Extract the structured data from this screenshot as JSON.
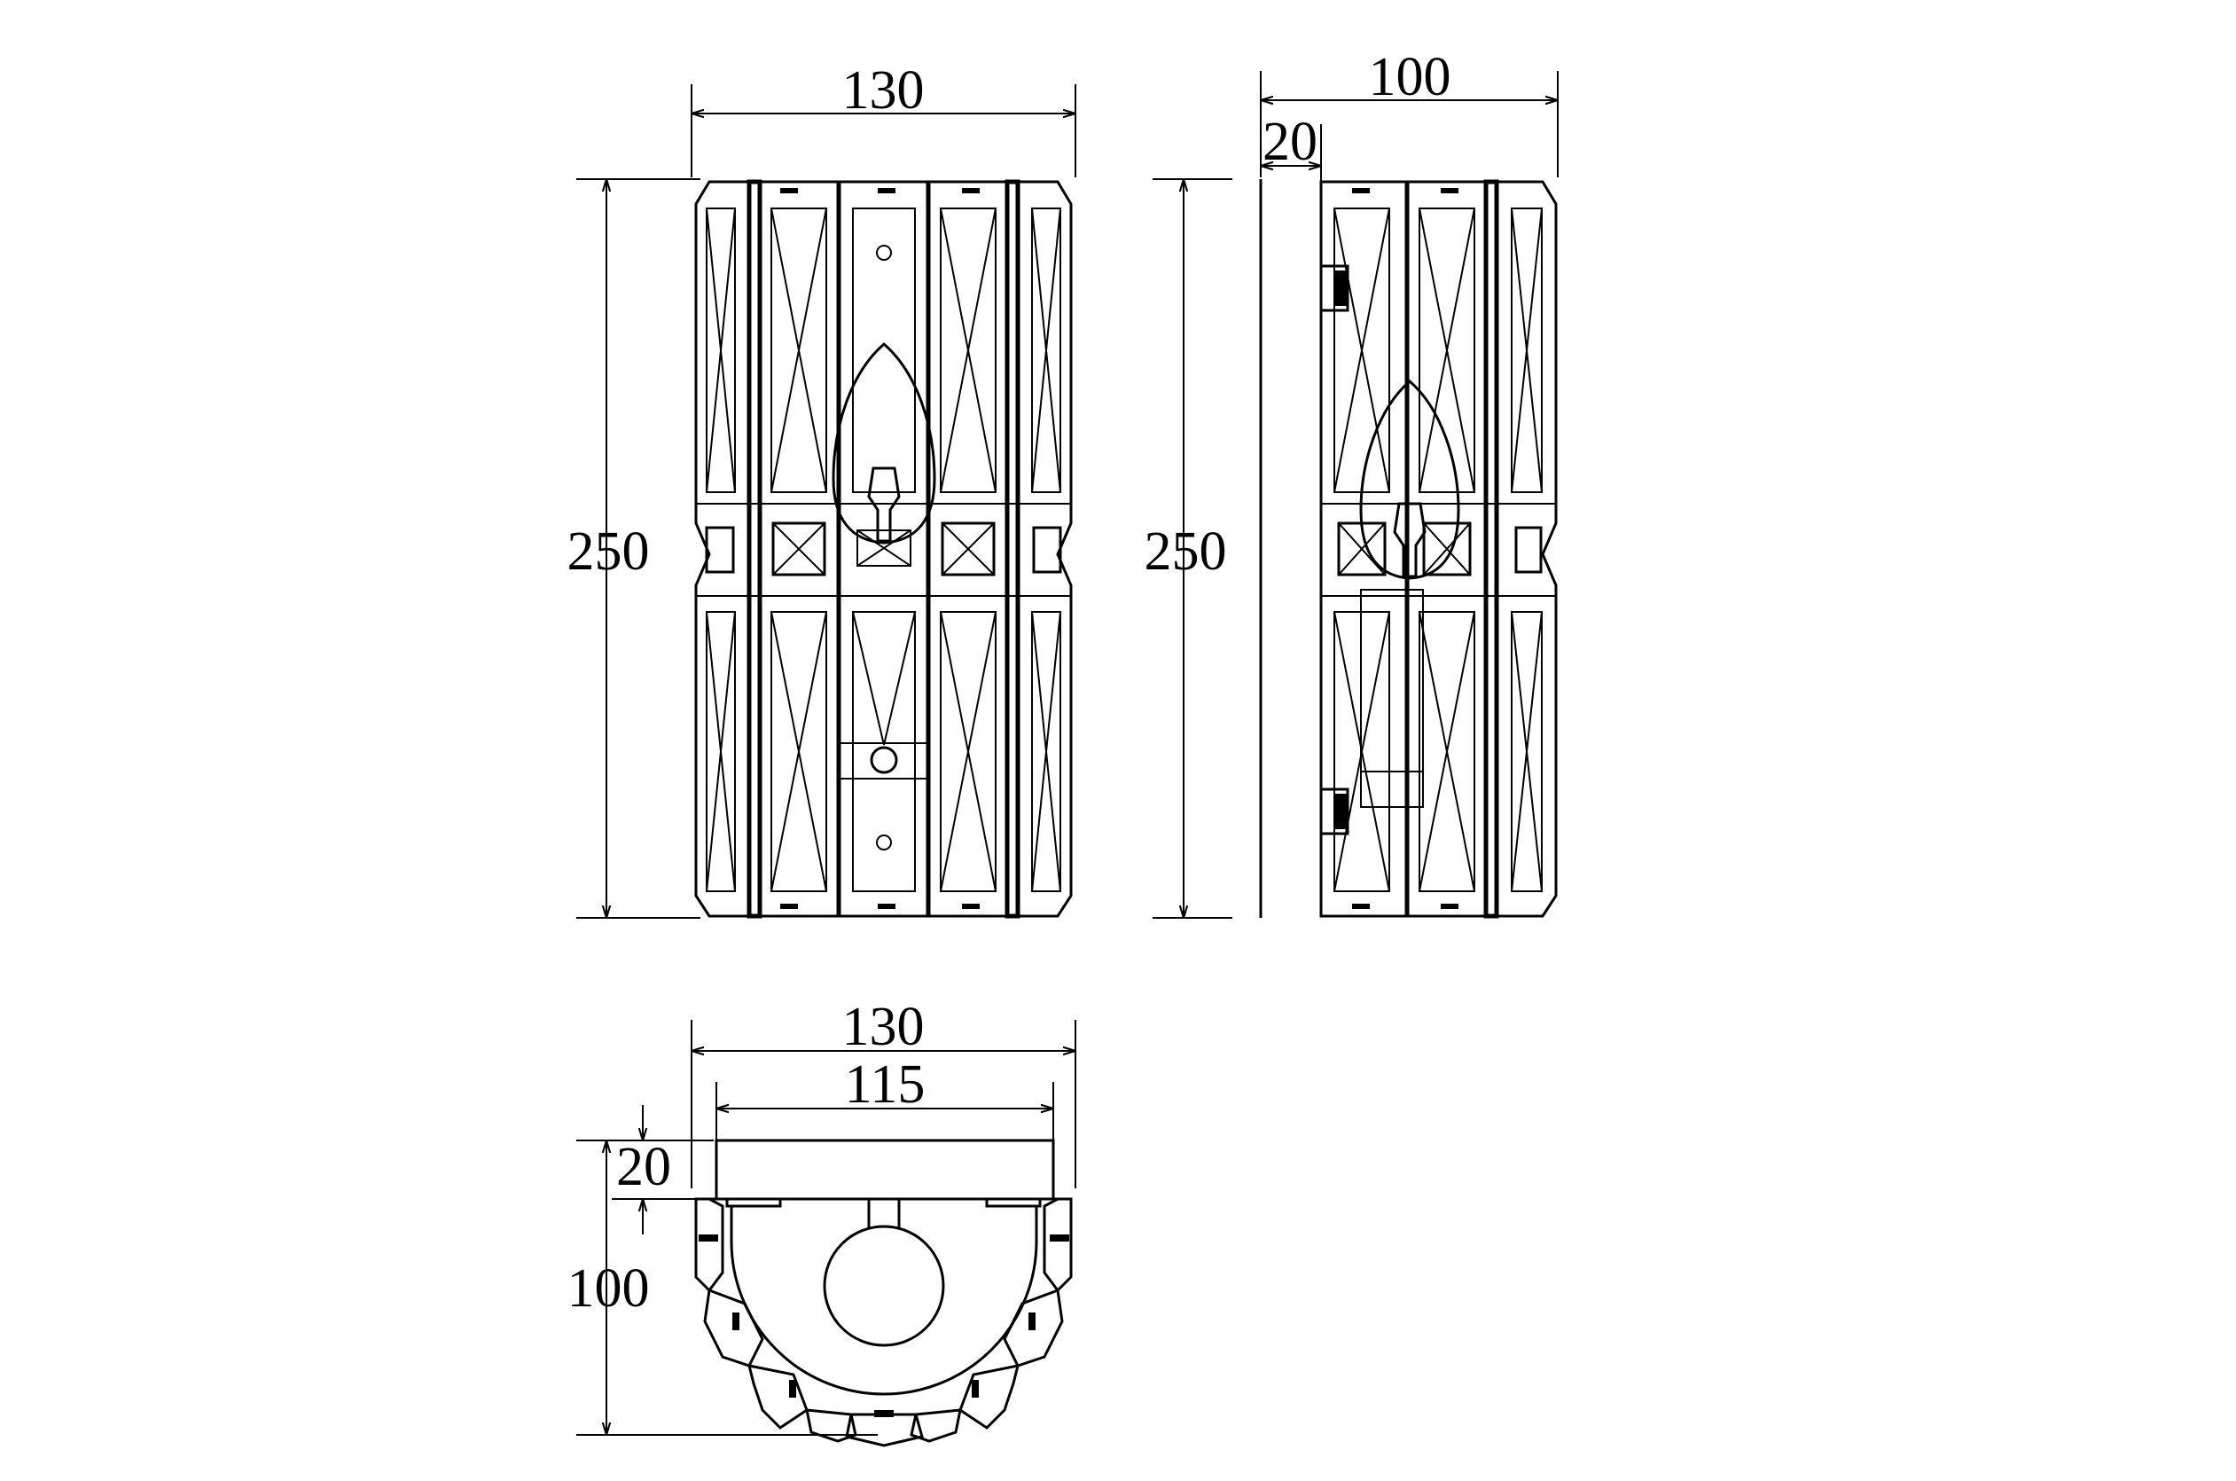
{
  "colors": {
    "line": "#000000",
    "background": "#ffffff"
  },
  "front_view": {
    "width_label": "130",
    "height_label": "250"
  },
  "side_view": {
    "depth_label": "100",
    "offset_label": "20",
    "height_label": "250"
  },
  "top_view": {
    "outer_width_label": "130",
    "inner_width_label": "115",
    "offset_label": "20",
    "depth_label": "100"
  }
}
